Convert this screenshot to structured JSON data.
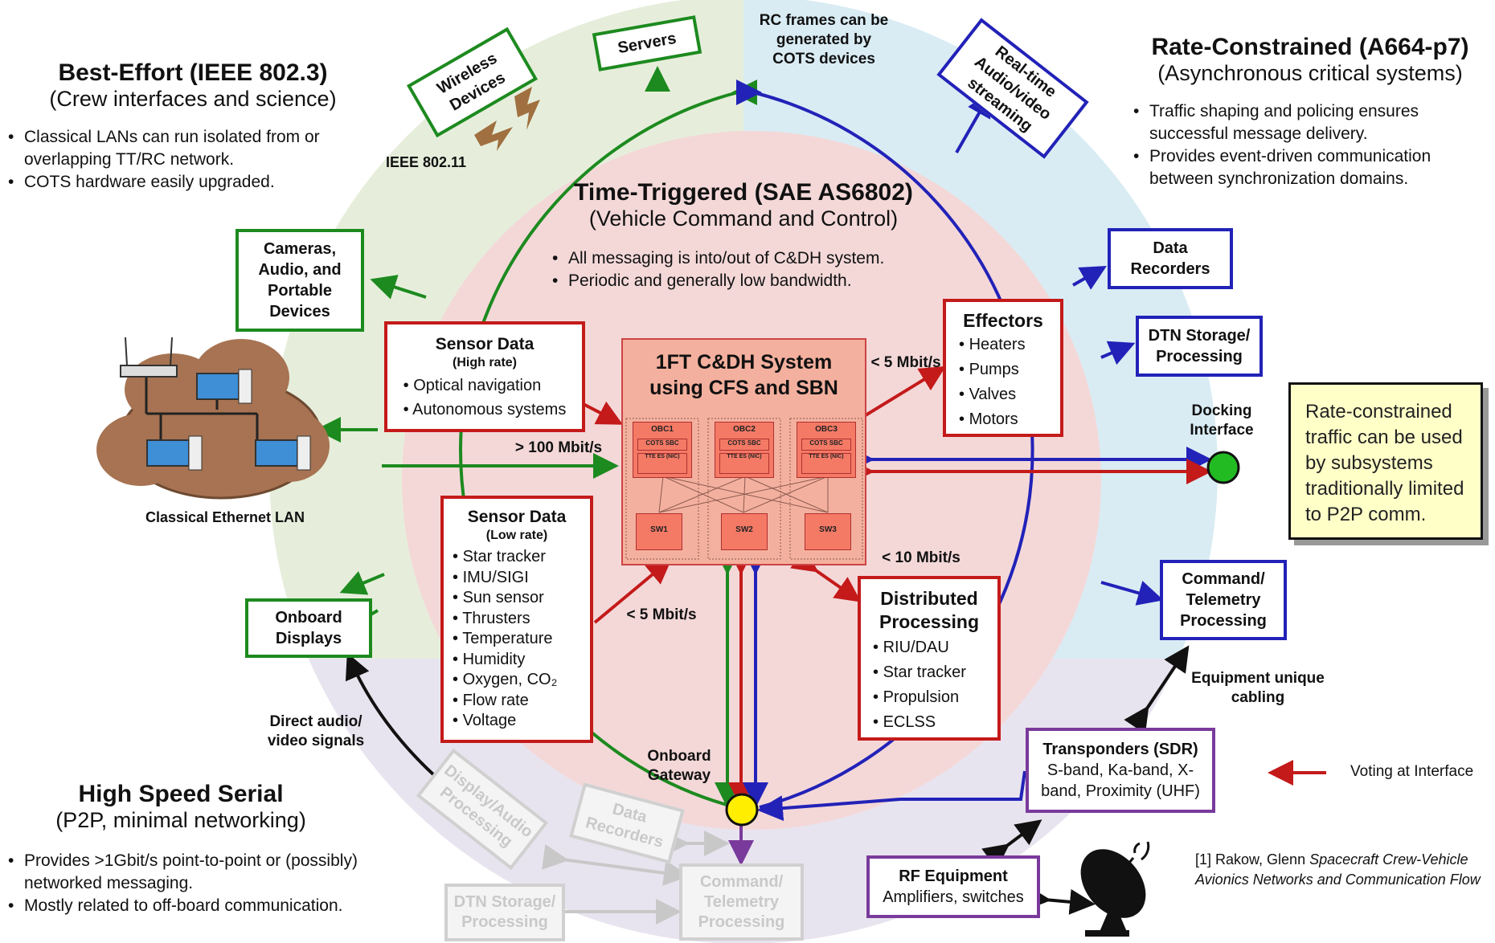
{
  "sections": {
    "best_effort": {
      "title": "Best-Effort (IEEE 802.3)",
      "subtitle": "(Crew interfaces and science)",
      "bullets": [
        "Classical LANs can run isolated from or overlapping TT/RC network.",
        "COTS hardware easily upgraded."
      ]
    },
    "rate_constrained": {
      "title": "Rate-Constrained (A664-p7)",
      "subtitle": "(Asynchronous critical systems)",
      "bullets": [
        "Traffic shaping and policing ensures successful message delivery.",
        "Provides event-driven communication between synchronization domains."
      ]
    },
    "time_triggered": {
      "title": "Time-Triggered (SAE AS6802)",
      "subtitle": "(Vehicle Command and Control)",
      "bullets": [
        "All messaging is into/out of  C&DH system.",
        "Periodic and generally low bandwidth."
      ]
    },
    "high_speed_serial": {
      "title": "High Speed Serial",
      "subtitle": "(P2P, minimal networking)",
      "bullets": [
        "Provides >1Gbit/s point-to-point or (possibly) networked messaging.",
        "Mostly related to off-board communication."
      ]
    }
  },
  "green_boxes": {
    "wireless": [
      "Wireless",
      "Devices"
    ],
    "servers": "Servers",
    "cameras": [
      "Cameras,",
      "Audio, and",
      "Portable",
      "Devices"
    ],
    "displays": [
      "Onboard",
      "Displays"
    ]
  },
  "blue_boxes": {
    "realtime": [
      "Real-time",
      "Audio/video",
      "streaming"
    ],
    "data_recorders": [
      "Data",
      "Recorders"
    ],
    "dtn": [
      "DTN Storage/",
      "Processing"
    ],
    "cmd_telemetry": [
      "Command/",
      "Telemetry",
      "Processing"
    ]
  },
  "purple_boxes": {
    "transponders_title": "Transponders (SDR)",
    "transponders_body": "S-band, Ka-band, X-band, Proximity (UHF)",
    "rf_title": "RF Equipment",
    "rf_body": "Amplifiers, switches"
  },
  "ghost_boxes": {
    "display_audio": [
      "Display/Audio",
      "Processing"
    ],
    "data_recorders": [
      "Data",
      "Recorders"
    ],
    "dtn": [
      "DTN Storage/",
      "Processing"
    ],
    "cmd_telemetry": [
      "Command/",
      "Telemetry",
      "Processing"
    ]
  },
  "red_boxes": {
    "sensor_high": {
      "title": "Sensor Data",
      "sub": "(High rate)",
      "items": [
        "Optical navigation",
        "Autonomous systems"
      ]
    },
    "sensor_low": {
      "title": "Sensor Data",
      "sub": "(Low rate)",
      "items": [
        "Star tracker",
        "IMU/SIGI",
        "Sun sensor",
        "Thrusters",
        "Temperature",
        "Humidity",
        "Oxygen, CO₂",
        "Flow rate",
        "Voltage"
      ]
    },
    "effectors": {
      "title": "Effectors",
      "items": [
        "Heaters",
        "Pumps",
        "Valves",
        "Motors"
      ]
    },
    "distributed": {
      "title": "Distributed Processing",
      "items": [
        "RIU/DAU",
        "Star tracker",
        "Propulsion",
        "ECLSS"
      ]
    }
  },
  "cdh": {
    "title": [
      "1FT C&DH System",
      "using CFS and SBN"
    ],
    "obcs": [
      "OBC1",
      "OBC2",
      "OBC3"
    ],
    "sbc_label": "COTS SBC",
    "nic_label": "TTE ES (NIC)",
    "switches": [
      "SW1",
      "SW2",
      "SW3"
    ]
  },
  "labels": {
    "rc_frames": "RC frames can be generated by COTS devices",
    "ieee80211": "IEEE 802.11",
    "classical_lan": "Classical Ethernet LAN",
    "rate_100": "> 100 Mbit/s",
    "rate_5_top": "< 5 Mbit/s",
    "rate_5_low": "< 5 Mbit/s",
    "rate_10": "< 10 Mbit/s",
    "docking": "Docking Interface",
    "equipment": "Equipment unique cabling",
    "direct_av": "Direct audio/ video signals",
    "gateway": "Onboard Gateway",
    "voting": "Voting at Interface"
  },
  "callout": "Rate-constrained traffic can be used by subsystems traditionally limited to P2P comm.",
  "citation": {
    "prefix": "[1] Rakow, Glenn ",
    "title": "Spacecraft Crew-Vehicle Avionics Networks and Communication Flow"
  },
  "colors": {
    "best_effort": "#1d8a1f",
    "rate_constrained": "#2222b8",
    "time_triggered": "#c41a1a",
    "serial": "#7a3a9c",
    "quad_green": "#e6eedb",
    "quad_blue": "#d9ecf4",
    "quad_purple": "#e8e4ef",
    "core_red": "#f4d8d8"
  }
}
